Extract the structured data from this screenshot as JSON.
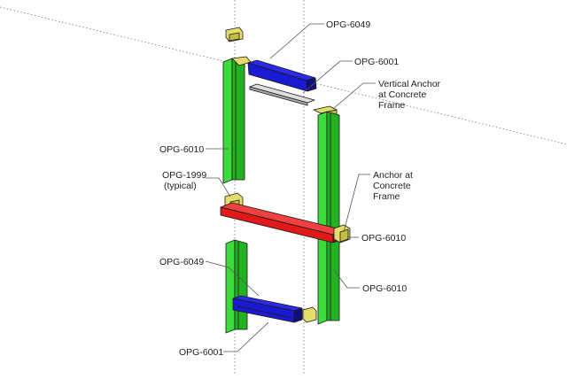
{
  "labels": {
    "opg_6049_top": "OPG-6049",
    "opg_6001_top": "OPG-6001",
    "vertical_anchor": [
      "Vertical Anchor",
      "at Concrete",
      "Frame"
    ],
    "opg_6010_left": "OPG-6010",
    "opg_1999": [
      "OPG-1999",
      "(typical)"
    ],
    "anchor_concrete": [
      "Anchor at",
      "Concrete",
      "Frame"
    ],
    "opg_6010_mid": "OPG-6010",
    "opg_6049_bottom": "OPG-6049",
    "opg_6010_right": "OPG-6010",
    "opg_6001_bottom": "OPG-6001"
  },
  "colors": {
    "mullion_green": "#3ddc3d",
    "head_blue": "#1a1ad0",
    "sill_red": "#e01818",
    "anchor_yellow": "#e3dc6a",
    "flashing_gray": "#cfcfcf"
  }
}
